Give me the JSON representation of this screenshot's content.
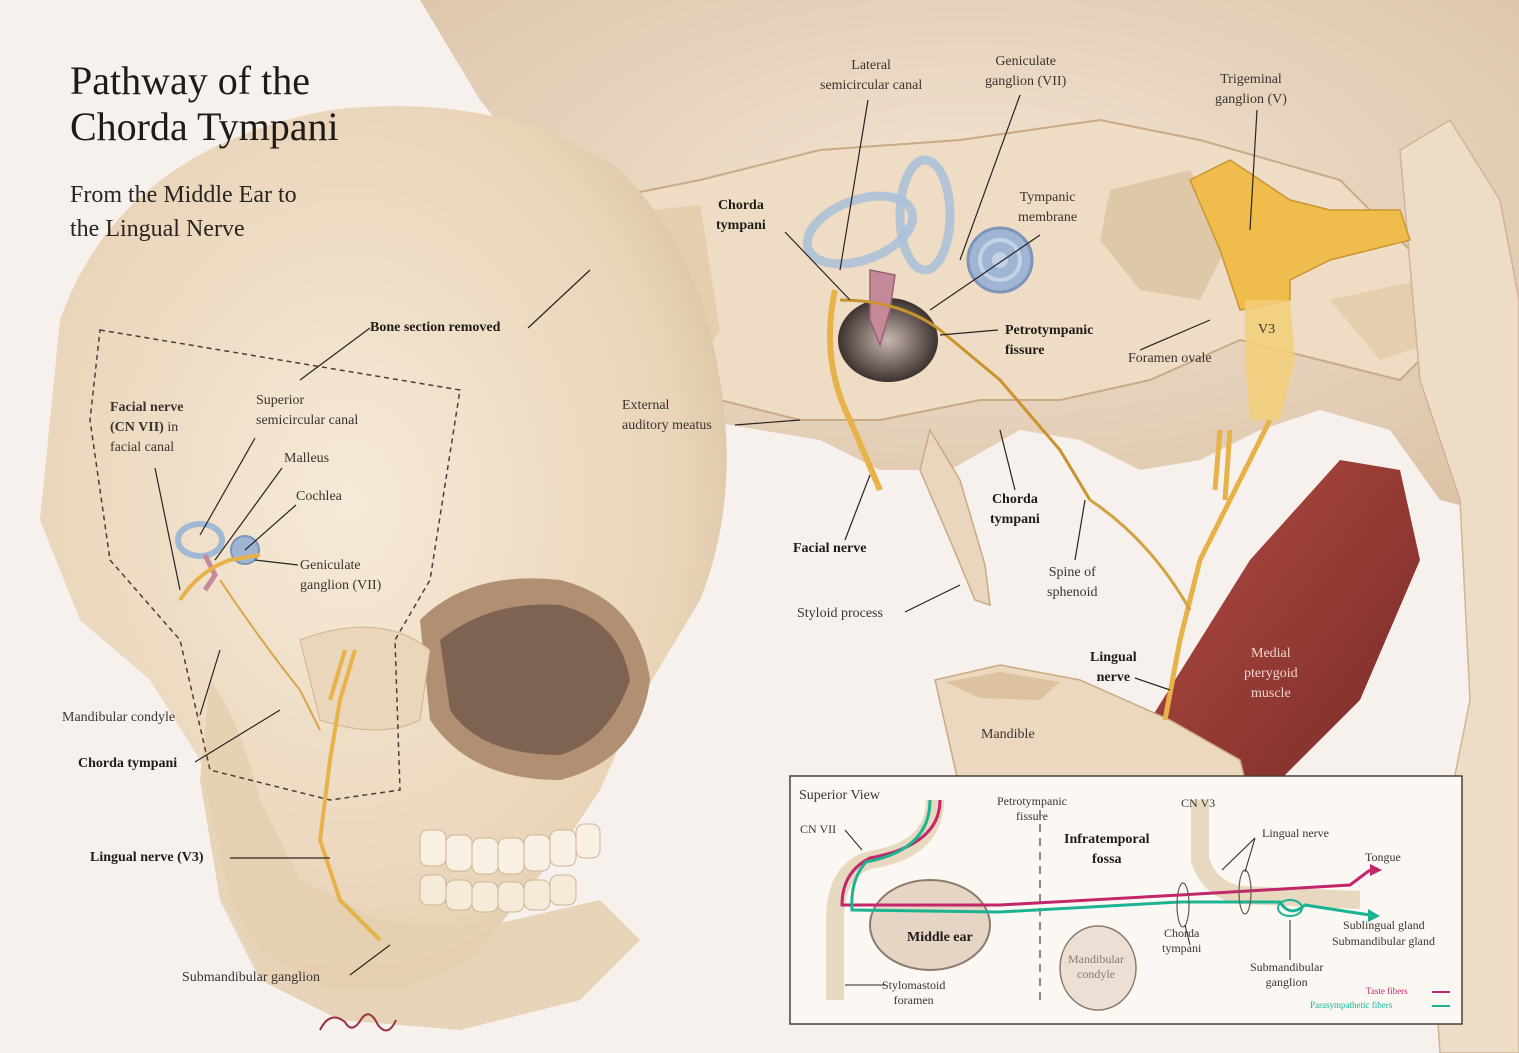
{
  "title_line1": "Pathway of the",
  "title_line2": "Chorda Tympani",
  "subtitle_line1": "From the Middle Ear to",
  "subtitle_line2": "the Lingual Nerve",
  "labels": {
    "bone_section_removed": "Bone section removed",
    "facial_nerve_l1": "Facial nerve",
    "facial_nerve_l2a": "(CN VII)",
    "facial_nerve_l2b": " in",
    "facial_nerve_l3": "facial canal",
    "sup_semicircular_l1": "Superior",
    "sup_semicircular_l2": "semicircular canal",
    "malleus": "Malleus",
    "cochlea": "Cochlea",
    "geniculate_left_l1": "Geniculate",
    "geniculate_left_l2": "ganglion (VII)",
    "mandibular_condyle": "Mandibular condyle",
    "chorda_tympani_left": "Chorda tympani",
    "lingual_nerve_v3": "Lingual nerve (V3)",
    "submandibular_ganglion": "Submandibular ganglion",
    "lateral_semicircular_l1": "Lateral",
    "lateral_semicircular_l2": "semicircular canal",
    "geniculate_top_l1": "Geniculate",
    "geniculate_top_l2": "ganglion (VII)",
    "trigeminal_l1": "Trigeminal",
    "trigeminal_l2": "ganglion (V)",
    "chorda_tympani_top_l1": "Chorda",
    "chorda_tympani_top_l2": "tympani",
    "tympanic_membrane_l1": "Tympanic",
    "tympanic_membrane_l2": "membrane",
    "petrotympanic_l1": "Petrotympanic",
    "petrotympanic_l2": "fissure",
    "v3": "V3",
    "foramen_ovale": "Foramen ovale",
    "external_meatus_l1": "External",
    "external_meatus_l2": "auditory meatus",
    "chorda_tympani_mid_l1": "Chorda",
    "chorda_tympani_mid_l2": "tympani",
    "facial_nerve_mid": "Facial nerve",
    "spine_sphenoid_l1": "Spine of",
    "spine_sphenoid_l2": "sphenoid",
    "styloid_process": "Styloid process",
    "lingual_nerve_l1": "Lingual",
    "lingual_nerve_l2": "nerve",
    "medial_pterygoid_l1": "Medial",
    "medial_pterygoid_l2": "pterygoid",
    "medial_pterygoid_l3": "muscle",
    "mandible": "Mandible"
  },
  "inset": {
    "title": "Superior View",
    "cn_vii": "CN VII",
    "petrotympanic_l1": "Petrotympanic",
    "petrotympanic_l2": "fissure",
    "infratemporal_l1": "Infratemporal",
    "infratemporal_l2": "fossa",
    "cn_v3": "CN V3",
    "lingual_nerve": "Lingual nerve",
    "tongue": "Tongue",
    "middle_ear": "Middle ear",
    "mandibular_condyle_l1": "Mandibular",
    "mandibular_condyle_l2": "condyle",
    "chorda_tympani_l1": "Chorda",
    "chorda_tympani_l2": "tympani",
    "sublingual": "Sublingual gland",
    "submandibular_gland": "Submandibular gland",
    "submandibular_ganglion_l1": "Submandibular",
    "submandibular_ganglion_l2": "ganglion",
    "stylomastoid_l1": "Stylomastoid",
    "stylomastoid_l2": "foramen",
    "taste_fibers": "Taste fibers",
    "parasympathetic_fibers": "Parasympathetic fibers"
  },
  "colors": {
    "background": "#f6f1ec",
    "bone": "#ecd9c0",
    "bone_shadow": "#d2b594",
    "nerve": "#e8b24a",
    "muscle": "#8e2f2a",
    "canal_blue": "#9fb9d6",
    "taste_fiber": "#c2266b",
    "parasympathetic_fiber": "#1bb392"
  }
}
